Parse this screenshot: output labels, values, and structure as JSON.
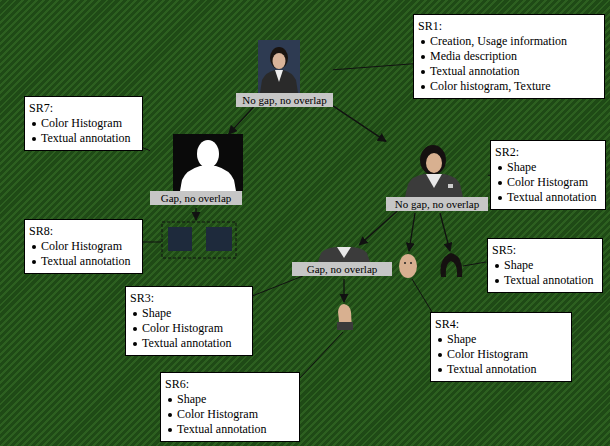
{
  "diagram": {
    "nodes": [
      {
        "text": [
          "No gap, no overlap"
        ]
      },
      {
        "text": [
          "SR1:",
          "Creation, Usage information",
          "Media description",
          "Textual annotation",
          "Color histogram, Texture"
        ]
      },
      {
        "text": [
          "SR7:",
          "Color Histogram",
          "Textual annotation"
        ]
      },
      {
        "text": [
          "Gap, no overlap"
        ]
      },
      {
        "text": [
          "SR2:",
          "Shape",
          "Color Histogram",
          "Textual annotation"
        ]
      },
      {
        "text": [
          "No gap, no overlap"
        ]
      },
      {
        "text": [
          "SR8:",
          "Color Histogram",
          "Textual annotation"
        ]
      },
      {
        "text": [
          "Gap, no overlap"
        ]
      },
      {
        "text": [
          "SR5:",
          "Shape",
          "Textual annotation"
        ]
      },
      {
        "text": [
          "SR3:",
          "Shape",
          "Color Histogram",
          "Textual annotation"
        ]
      },
      {
        "text": [
          "SR4:",
          "Shape",
          "Color Histogram",
          "Textual annotation"
        ]
      },
      {
        "text": [
          "SR6:",
          "Shape",
          "Color Histogram",
          "Textual annotation"
        ]
      }
    ],
    "edges": [
      {
        "from": 0,
        "to": 3,
        "arrow": "to"
      },
      {
        "from": 0,
        "to": 5,
        "arrow": "to"
      },
      {
        "from": 5,
        "to": 7,
        "arrow": "to"
      },
      {
        "from": 1,
        "to": 0,
        "arrow": "none"
      },
      {
        "from": 2,
        "to": 3,
        "arrow": "none"
      },
      {
        "from": 4,
        "to": 5,
        "arrow": "none"
      },
      {
        "from": 9,
        "to": 7,
        "arrow": "none"
      }
    ]
  }
}
